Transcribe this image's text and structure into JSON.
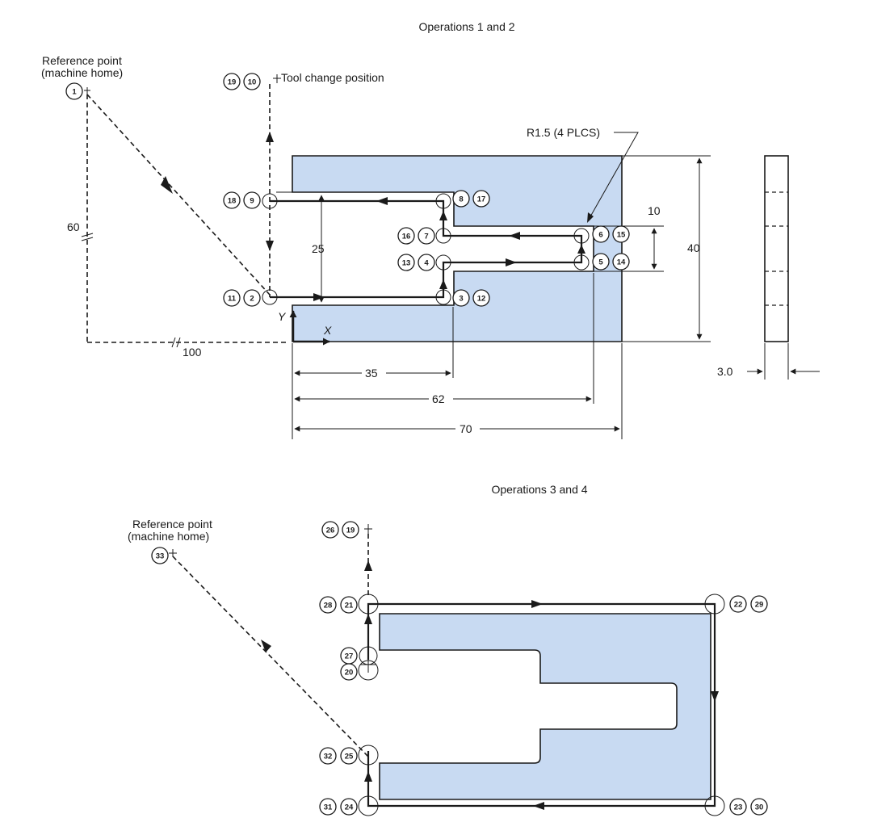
{
  "op12": {
    "title": "Operations 1 and 2",
    "ref_line1": "Reference point",
    "ref_line2": "(machine home)",
    "tool_change": "Tool change position",
    "radius_note": "R1.5 (4 PLCS)",
    "axis_y": "Y",
    "axis_x": "X",
    "dims": {
      "d60": "60",
      "d100": "100",
      "d25": "25",
      "d10": "10",
      "d40": "40",
      "d35": "35",
      "d62": "62",
      "d70": "70",
      "d3": "3.0"
    },
    "points": [
      "1",
      "19",
      "10",
      "18",
      "9",
      "8",
      "17",
      "16",
      "7",
      "6",
      "15",
      "13",
      "4",
      "5",
      "14",
      "11",
      "2",
      "3",
      "12"
    ]
  },
  "op34": {
    "title": "Operations 3 and 4",
    "ref_line1": "Reference point",
    "ref_line2": "(machine home)",
    "points": [
      "33",
      "26",
      "19",
      "28",
      "21",
      "22",
      "29",
      "27",
      "20",
      "32",
      "25",
      "31",
      "24",
      "23",
      "30"
    ]
  }
}
